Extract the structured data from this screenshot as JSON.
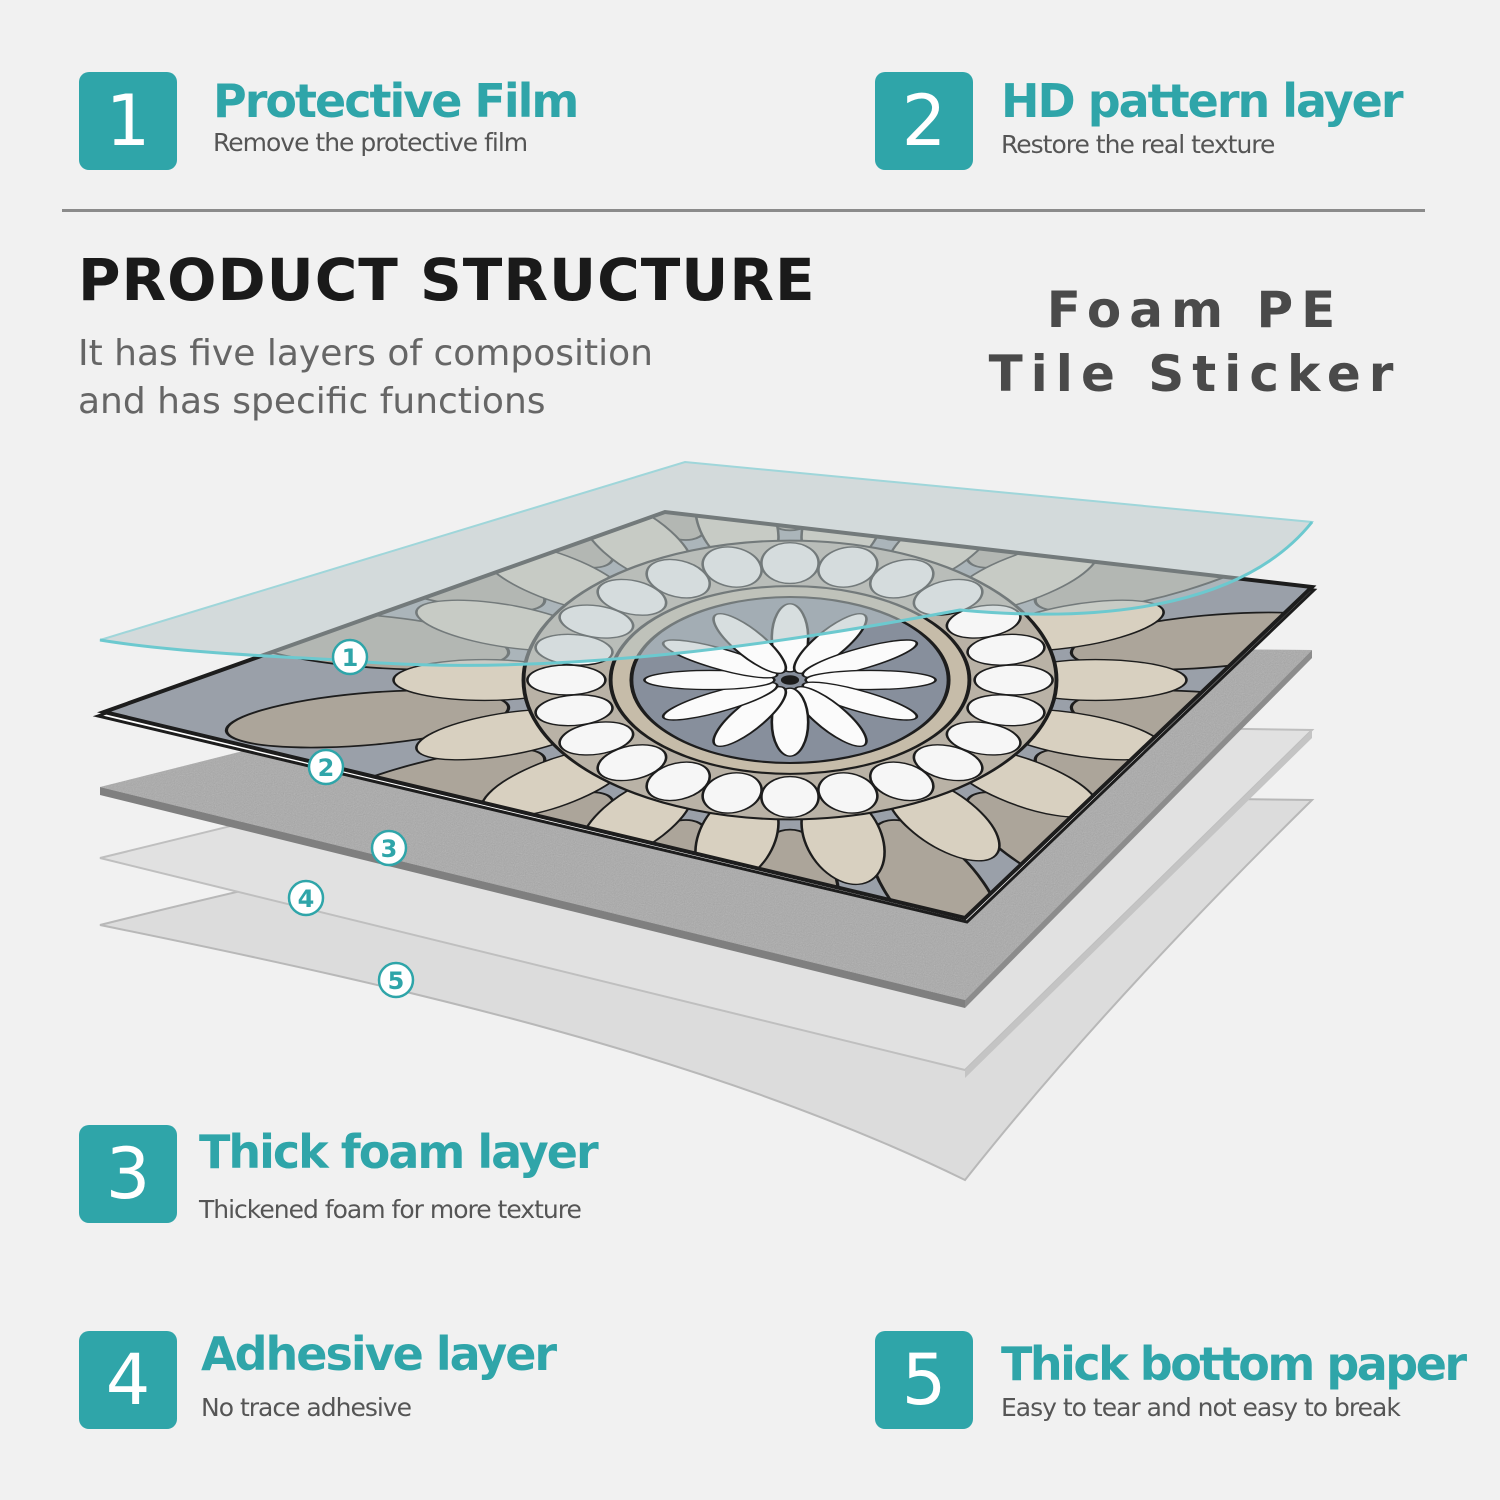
{
  "features": [
    {
      "number": "1",
      "title": "Protective Film",
      "description": "Remove the protective film"
    },
    {
      "number": "2",
      "title": "HD pattern layer",
      "description": "Restore the real texture"
    },
    {
      "number": "3",
      "title": "Thick foam layer",
      "description": "Thickened foam for more texture"
    },
    {
      "number": "4",
      "title": "Adhesive layer",
      "description": "No trace adhesive"
    },
    {
      "number": "5",
      "title": "Thick bottom paper",
      "description": "Easy to tear and not easy to break"
    }
  ],
  "heading": {
    "title": "PRODUCT STRUCTURE",
    "subtitle_line1": "It has five layers of composition",
    "subtitle_line2": "and has specific functions"
  },
  "product_name": {
    "line1": "Foam PE",
    "line2": "Tile Sticker"
  },
  "layer_markers": [
    "1",
    "2",
    "3",
    "4",
    "5"
  ],
  "colors": {
    "accent": "#2fa5a9",
    "background": "#f1f1f1",
    "heading": "#1a1a1a",
    "text": "#555555"
  }
}
